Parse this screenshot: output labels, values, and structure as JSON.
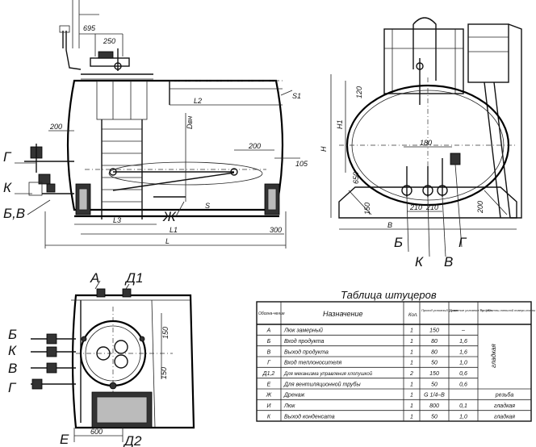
{
  "side_view": {
    "dims": {
      "d695": "695",
      "d250": "250",
      "L2": "L2",
      "S1": "S1",
      "d200a": "200",
      "Dbn": "Dвн",
      "d200b": "200",
      "d105": "105",
      "S": "S",
      "L3": "L3",
      "L1": "L1",
      "L": "L",
      "d300": "300"
    },
    "labels": {
      "G": "Г",
      "K": "К",
      "BV": "Б,В",
      "Zh": "Ж"
    }
  },
  "end_view": {
    "dims": {
      "d120": "120",
      "H1": "H1",
      "H": "H",
      "d180": "180",
      "d650": "650",
      "d150": "150",
      "d210a": "210",
      "d210b": "210",
      "d200": "200",
      "B": "B"
    },
    "labels": {
      "B": "Б",
      "G": "Г",
      "K": "К",
      "V": "В"
    }
  },
  "plan_view": {
    "labels": {
      "A": "А",
      "D1": "Д1",
      "B": "Б",
      "K": "К",
      "V": "В",
      "G": "Г",
      "E": "Е",
      "D2": "Д2"
    },
    "dims": {
      "d600": "600",
      "d150a": "150",
      "d150b": "150"
    }
  },
  "table": {
    "title": "Таблица штуцеров",
    "headers": {
      "designation": "Обозна-чение",
      "name": "Назначение",
      "qty": "Кол.",
      "dn": "Проход условный Dу мм",
      "pressure": "Давление условное Pу, МПа",
      "surface": "Тип уплотни-тельной поверх-ности"
    },
    "rows": [
      {
        "d": "А",
        "name": "Люк замерный",
        "qty": "1",
        "dn": "150",
        "p": "–",
        "s": ""
      },
      {
        "d": "Б",
        "name": "Вход продукта",
        "qty": "1",
        "dn": "80",
        "p": "1,6",
        "s": ""
      },
      {
        "d": "В",
        "name": "Выход продукта",
        "qty": "1",
        "dn": "80",
        "p": "1,6",
        "s": ""
      },
      {
        "d": "Г",
        "name": "Вход теплоносителя",
        "qty": "1",
        "dn": "50",
        "p": "1,0",
        "s": ""
      },
      {
        "d": "Д1,2",
        "name": "Для механизма управления хлопушкой",
        "qty": "2",
        "dn": "150",
        "p": "0,6",
        "s": ""
      },
      {
        "d": "Е",
        "name": "Для вентиляционной трубы",
        "qty": "1",
        "dn": "50",
        "p": "0,6",
        "s": ""
      },
      {
        "d": "Ж",
        "name": "Дренаж",
        "qty": "1",
        "dn": "G 1/4–B",
        "p": "",
        "s": "резьба"
      },
      {
        "d": "И",
        "name": "Люк",
        "qty": "1",
        "dn": "800",
        "p": "0,1",
        "s": "гладкая"
      },
      {
        "d": "К",
        "name": "Выход конденсата",
        "qty": "1",
        "dn": "50",
        "p": "1,0",
        "s": "гладкая"
      }
    ],
    "merged_surface": "гладкая"
  }
}
